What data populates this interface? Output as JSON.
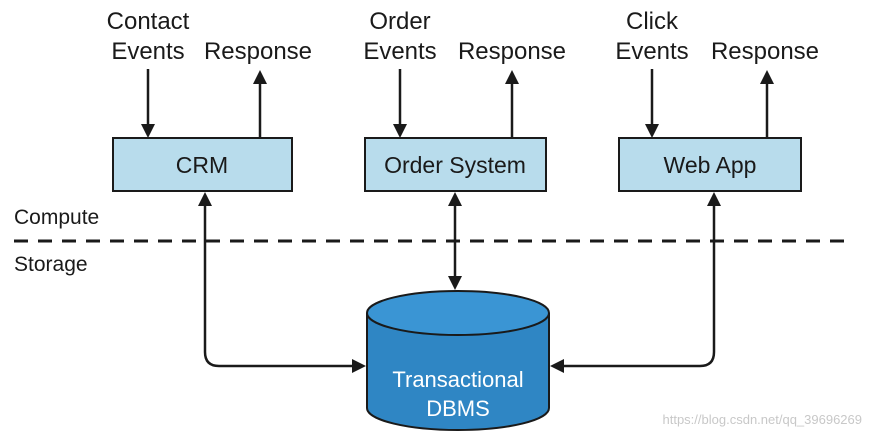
{
  "systems": [
    {
      "name": "CRM",
      "input_label": [
        "Contact",
        "Events"
      ],
      "output_label": "Response"
    },
    {
      "name": "Order System",
      "input_label": [
        "Order",
        "Events"
      ],
      "output_label": "Response"
    },
    {
      "name": "Web App",
      "input_label": [
        "Click",
        "Events"
      ],
      "output_label": "Response"
    }
  ],
  "layers": {
    "upper": "Compute",
    "lower": "Storage"
  },
  "database": {
    "label": [
      "Transactional",
      "DBMS"
    ]
  },
  "colors": {
    "box_fill": "#b8dcec",
    "db_fill": "#2f86c4",
    "db_top": "#3a95d4",
    "stroke": "#1a1a1a"
  },
  "watermark": "https://blog.csdn.net/qq_39696269"
}
